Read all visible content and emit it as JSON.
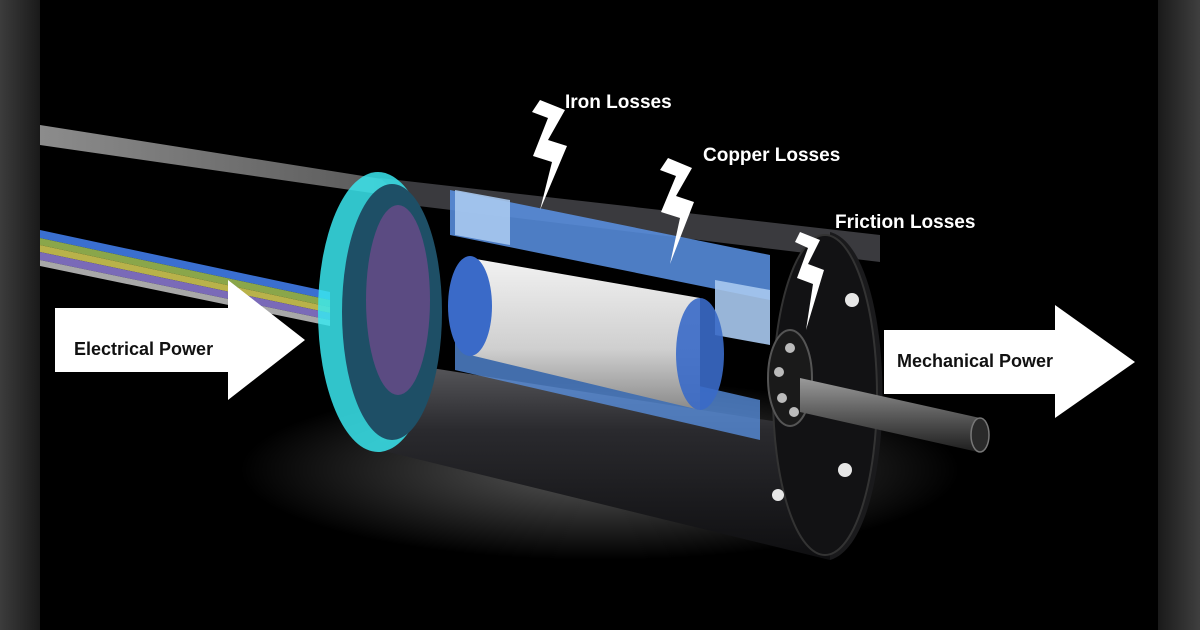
{
  "labels": {
    "electrical_power": "Electrical Power",
    "mechanical_power": "Mechanical Power",
    "iron_losses": "Iron Losses",
    "copper_losses": "Copper Losses",
    "friction_losses": "Friction Losses"
  },
  "colors": {
    "background": "#000000",
    "accent_cyan": "#39e6ee",
    "motor_body": "#1b1b1e",
    "winding_blue": "#5a93e6",
    "rotor_white": "#dcdcdc",
    "arrow_fill": "#ffffff"
  },
  "icons": {
    "loss_marker": "lightning-bolt-icon",
    "flow_marker": "arrow-right-icon"
  }
}
